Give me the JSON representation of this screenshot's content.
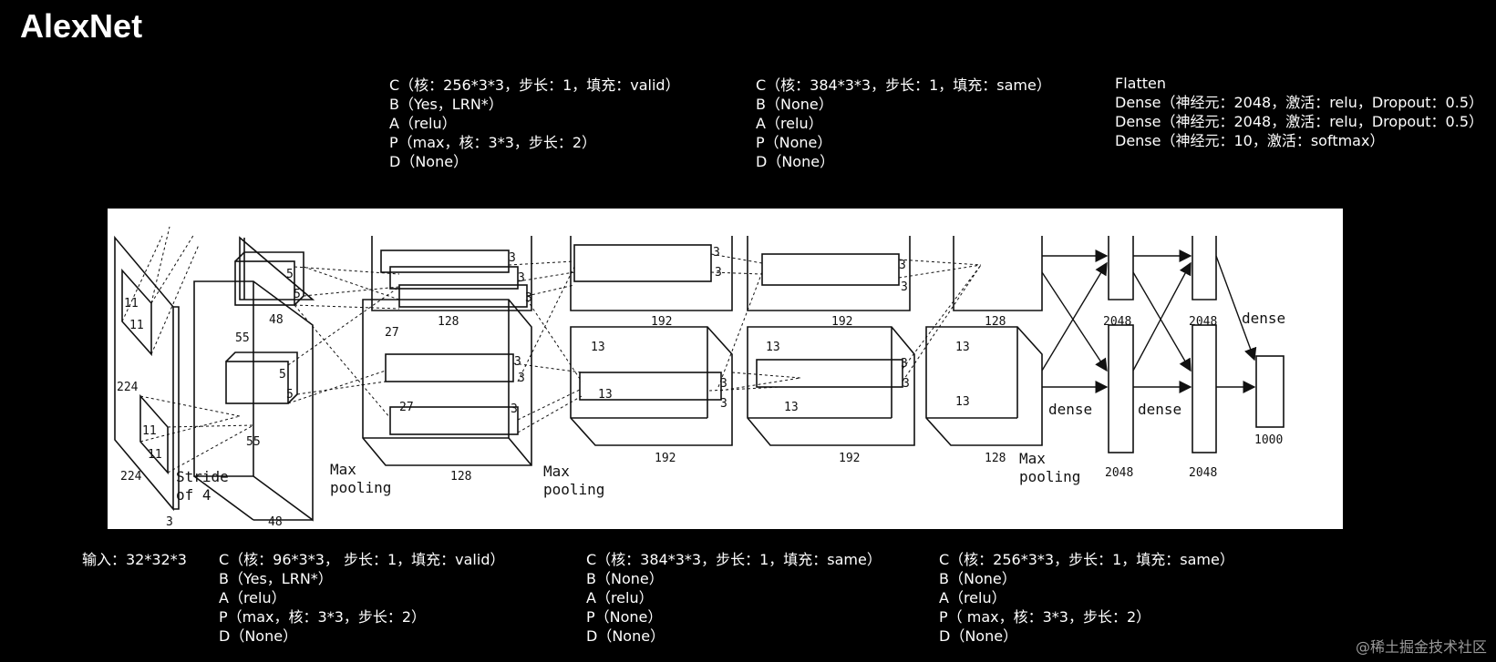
{
  "title": "AlexNet",
  "top_blocks": [
    {
      "lines": [
        "C（核：256*3*3，步长：1，填充：valid）",
        "B（Yes，LRN*）",
        "A（relu）",
        "P（max，核：3*3，步长：2）",
        "D（None）"
      ]
    },
    {
      "lines": [
        "C（核：384*3*3，步长：1，填充：same）",
        "B（None）",
        "A（relu）",
        "P（None）",
        "D（None）"
      ]
    },
    {
      "lines": [
        "Flatten",
        "Dense（神经元：2048，激活：relu，Dropout：0.5）",
        "Dense（神经元：2048，激活：relu，Dropout：0.5）",
        "Dense（神经元：10，激活：softmax）"
      ]
    }
  ],
  "bottom_blocks": [
    {
      "lines": [
        "输入：32*32*3"
      ]
    },
    {
      "lines": [
        "C（核：96*3*3， 步长：1，填充：valid）",
        "B（Yes，LRN*）",
        "A（relu）",
        "P（max，核：3*3，步长：2）",
        "D（None）"
      ]
    },
    {
      "lines": [
        "C（核：384*3*3，步长：1，填充：same）",
        "B（None）",
        "A（relu）",
        "P（None）",
        "D（None）"
      ]
    },
    {
      "lines": [
        "C（核：256*3*3，步长：1，填充：same）",
        "B（None）",
        "A（relu）",
        "P（ max，核：3*3，步长：2）",
        "D（None）"
      ]
    }
  ],
  "diagram": {
    "labels": {
      "in_11a": "11",
      "in_11b": "11",
      "in_224a": "224",
      "in_224b": "224",
      "in_11c": "11",
      "in_11d": "11",
      "stride": "Stride",
      "of4": "of 4",
      "in_3": "3",
      "l1_55a": "55",
      "l1_55b": "55",
      "l1_48a": "48",
      "l1_48b": "48",
      "l1_5a": "5",
      "l1_5b": "5",
      "l1_5c": "5",
      "l1_5d": "5",
      "mp1a": "Max",
      "mp1b": "pooling",
      "l2_27a": "27",
      "l2_27b": "27",
      "l2_128a": "128",
      "l2_128b": "128",
      "l2_3a": "3",
      "l2_3b": "3",
      "l2_3c": "3",
      "l2_3d": "3",
      "l2_3e": "3",
      "l2_3f": "3",
      "mp2a": "Max",
      "mp2b": "pooling",
      "l3_13a": "13",
      "l3_13b": "13",
      "l3_192a": "192",
      "l3_192b": "192",
      "l3_3a": "3",
      "l3_3b": "3",
      "l3_3c": "3",
      "l3_3d": "3",
      "l4_13a": "13",
      "l4_13b": "13",
      "l4_192a": "192",
      "l4_192b": "192",
      "l4_3a": "3",
      "l4_3b": "3",
      "l4_3c": "3",
      "l4_3d": "3",
      "l5_13a": "13",
      "l5_13b": "13",
      "l5_128a": "128",
      "l5_128b": "128",
      "mp3a": "Max",
      "mp3b": "pooling",
      "dense_a": "dense",
      "dense_b": "dense",
      "dense_c": "dense",
      "fc_2048a": "2048",
      "fc_2048b": "2048",
      "fc_2048c": "2048",
      "fc_2048d": "2048",
      "out_1000": "1000"
    }
  },
  "watermark": "@稀土掘金技术社区"
}
